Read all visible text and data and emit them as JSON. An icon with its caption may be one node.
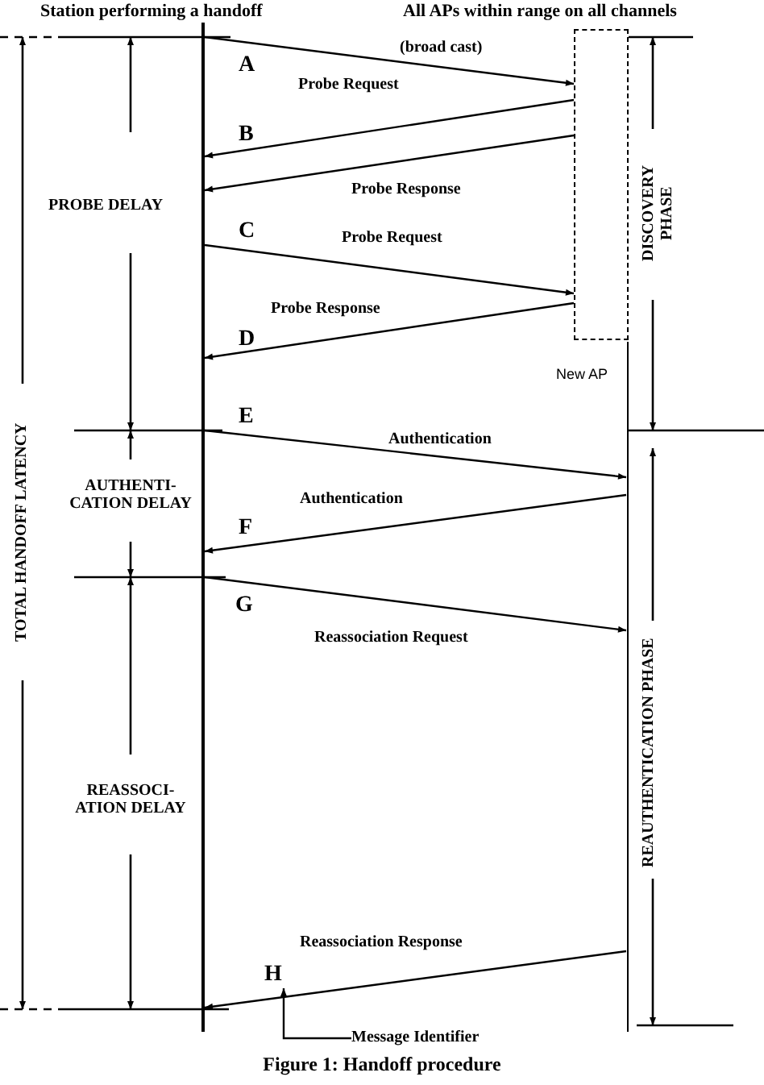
{
  "diagram": {
    "caption": "Figure 1: Handoff procedure",
    "nodes": [
      {
        "text": [],
        "shape": "bar",
        "beside": [
          "Station performing a handoff"
        ]
      },
      {
        "text": [],
        "shape": "box",
        "beside": [
          "All APs within range on all channels"
        ]
      },
      {
        "text": [],
        "shape": "bar",
        "beside": [
          "New AP"
        ]
      },
      {
        "text": [
          "Message Identifier"
        ]
      },
      {
        "text": [
          "H"
        ]
      }
    ],
    "edges": [
      {
        "from": 0,
        "to": 1,
        "arrow": "to",
        "label": "Probe Request"
      },
      {
        "from": 1,
        "to": 0,
        "arrow": "to"
      },
      {
        "from": 1,
        "to": 0,
        "arrow": "to",
        "label": "Probe Response"
      },
      {
        "from": 0,
        "to": 1,
        "arrow": "to",
        "label": "Probe Request"
      },
      {
        "from": 1,
        "to": 0,
        "arrow": "to",
        "label": "Probe Response"
      },
      {
        "from": 0,
        "to": 2,
        "arrow": "to",
        "label": "Authentication"
      },
      {
        "from": 2,
        "to": 0,
        "arrow": "to",
        "label": "Authentication"
      },
      {
        "from": 0,
        "to": 2,
        "arrow": "to",
        "label": "Reassociation Request"
      },
      {
        "from": 2,
        "to": 0,
        "arrow": "to",
        "label": "Reassociation Response"
      },
      {
        "from": 3,
        "to": 4,
        "arrow": "to"
      }
    ],
    "labels": [
      "(broad cast)",
      "A",
      "B",
      "C",
      "D",
      "E",
      "F",
      "G",
      "PROBE DELAY",
      "AUTHENTI- CATION DELAY",
      "REASSOCI- ATION DELAY",
      "TOTAL HANDOFF LATENCY",
      "DISCOVERY PHASE",
      "REAUTHENTICATION PHASE"
    ]
  }
}
